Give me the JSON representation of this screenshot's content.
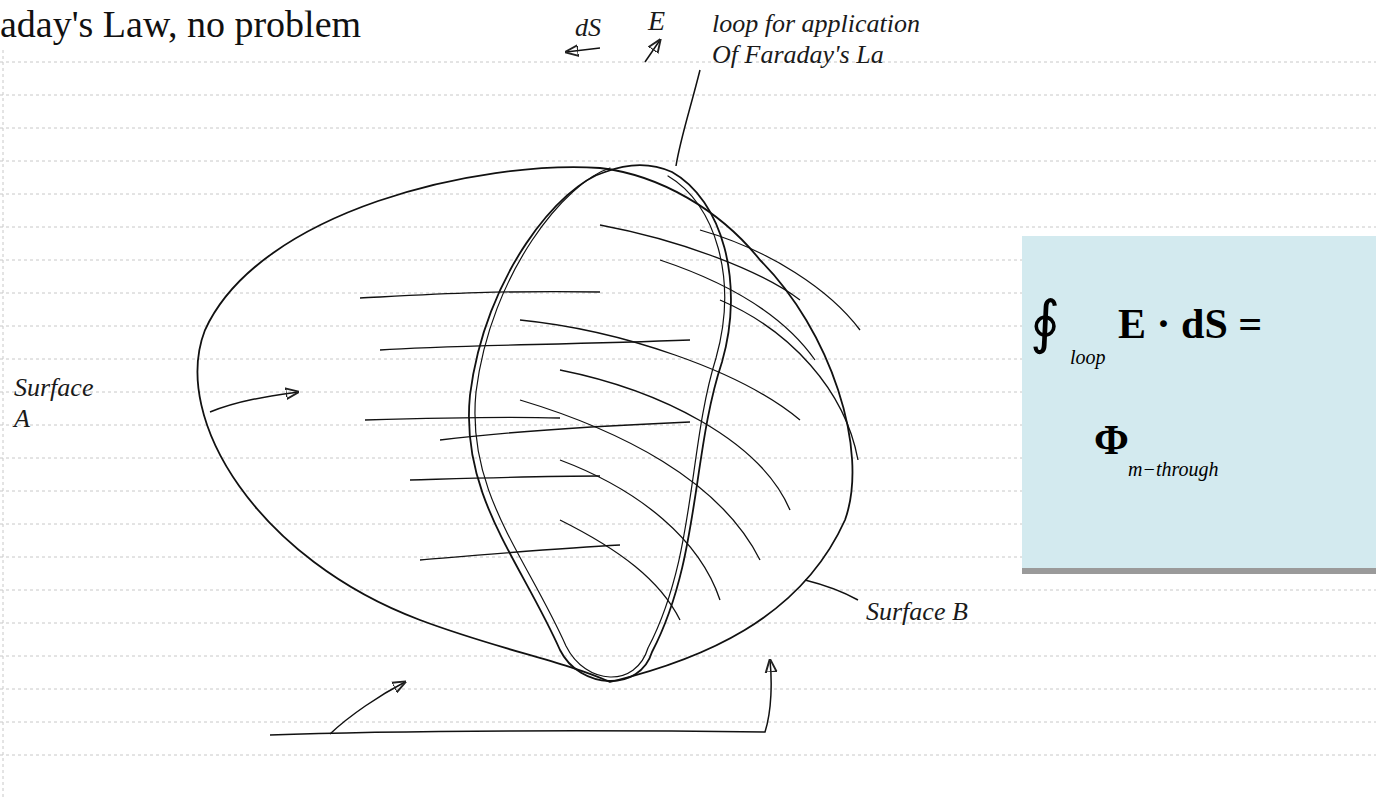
{
  "diagram": {
    "title": "aday's Law, no problem",
    "nodes": [
      {
        "text": [
          "∮",
          "loop",
          "E · dS =",
          "Φ",
          "m−through"
        ]
      }
    ],
    "labels": [
      "dS",
      "E",
      "loop for application Of Faraday's La",
      "Surface A",
      "Surface B"
    ]
  }
}
